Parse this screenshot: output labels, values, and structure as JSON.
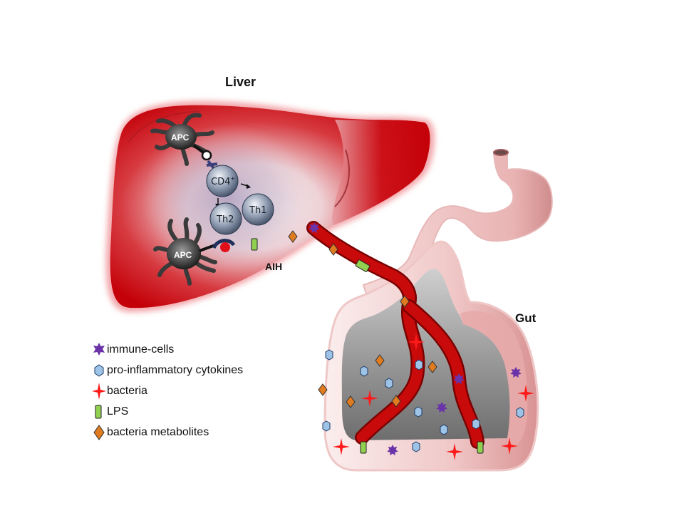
{
  "title": "Liver",
  "labels": {
    "liver": "Liver",
    "gut": "Gut",
    "aih": "AIH",
    "apc_top": "APC",
    "apc_bottom": "APC",
    "cd4": "CD4",
    "cd4_sup": "+",
    "th1": "Th1",
    "th2": "Th2"
  },
  "legend": [
    {
      "icon": "immune-cell-star-icon",
      "label": "immune-cells",
      "color": "#6a33a8"
    },
    {
      "icon": "cytokine-hexagon-icon",
      "label": "pro-inflammatory cytokines",
      "color": "#9dc3e6"
    },
    {
      "icon": "bacteria-star-icon",
      "label": "bacteria",
      "color": "#ff1a1a"
    },
    {
      "icon": "lps-rect-icon",
      "label": "LPS",
      "color": "#92d050"
    },
    {
      "icon": "metabolite-diamond-icon",
      "label": "bacteria metabolites",
      "color": "#e07b1f"
    }
  ],
  "colors": {
    "liver": "#c8000a",
    "vessel": "#b30000",
    "gut_wall": "#f2c9c9",
    "lumen": "#8a8a8a"
  }
}
